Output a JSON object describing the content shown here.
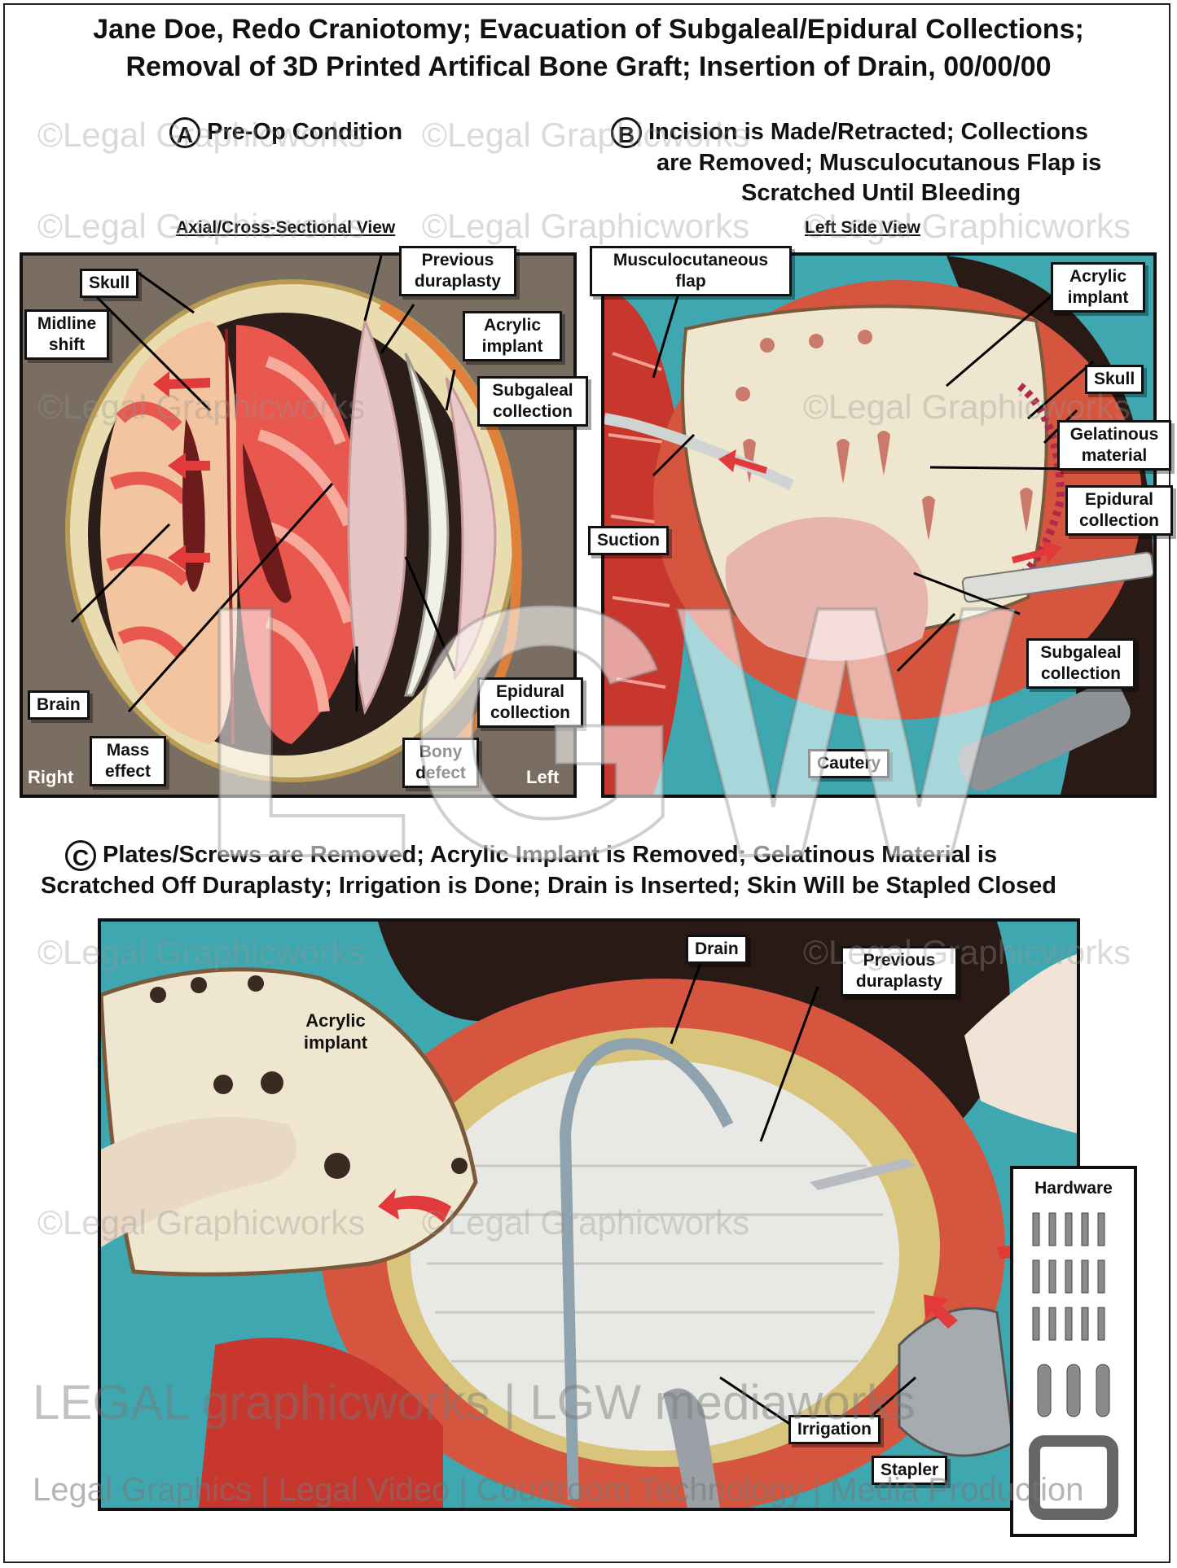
{
  "title": {
    "line1": "Jane Doe, Redo Craniotomy; Evacuation of Subgaleal/Epidural Collections;",
    "line2": "Removal of 3D Printed Artifical Bone Graft; Insertion of Drain, 00/00/00"
  },
  "panel_a": {
    "letter": "A",
    "heading": "Pre-Op Condition",
    "view": "Axial/Cross-Sectional View",
    "corner_right": "Right",
    "corner_left": "Left",
    "labels": {
      "skull": "Skull",
      "midline_shift": "Midline shift",
      "previous_duraplasty": "Previous duraplasty",
      "acrylic_implant": "Acrylic implant",
      "subgaleal_collection": "Subgaleal collection",
      "brain": "Brain",
      "mass_effect": "Mass effect",
      "bony_defect": "Bony defect",
      "epidural_collection": "Epidural collection"
    }
  },
  "panel_b": {
    "letter": "B",
    "heading_line1": "Incision is Made/Retracted; Collections",
    "heading_line2": "are Removed; Musculocutanous Flap is",
    "heading_line3": "Scratched Until Bleeding",
    "view": "Left Side View",
    "labels": {
      "musculocutaneous_flap": "Musculocutaneous flap",
      "acrylic_implant": "Acrylic implant",
      "skull": "Skull",
      "gelatinous_material": "Gelatinous material",
      "epidural_collection": "Epidural collection",
      "suction": "Suction",
      "subgaleal_collection": "Subgaleal collection",
      "cautery": "Cautery"
    }
  },
  "panel_c": {
    "letter": "C",
    "heading_line1": "Plates/Screws are Removed; Acrylic Implant is Removed; Gelatinous Material is",
    "heading_line2": "Scratched Off Duraplasty; Irrigation is Done; Drain is Inserted; Skin Will be Stapled Closed",
    "labels": {
      "drain": "Drain",
      "previous_duraplasty": "Previous duraplasty",
      "acrylic_implant": "Acrylic implant",
      "irrigation": "Irrigation",
      "stapler": "Stapler",
      "hardware": "Hardware"
    }
  },
  "watermark": {
    "text": "©Legal Graphicworks",
    "brand": "LEGAL graphicworks | LGW mediaworks",
    "logo": "LGW",
    "tagline": "Legal Graphics | Legal Video | Courtroom Technology | Media Production"
  },
  "colors": {
    "panel_bg": "#7a6e62",
    "skull": "#e8dcb0",
    "brain": "#e8584f",
    "tissue": "#c8372e",
    "drape": "#3fa7b0",
    "implant": "#efe6cf"
  }
}
